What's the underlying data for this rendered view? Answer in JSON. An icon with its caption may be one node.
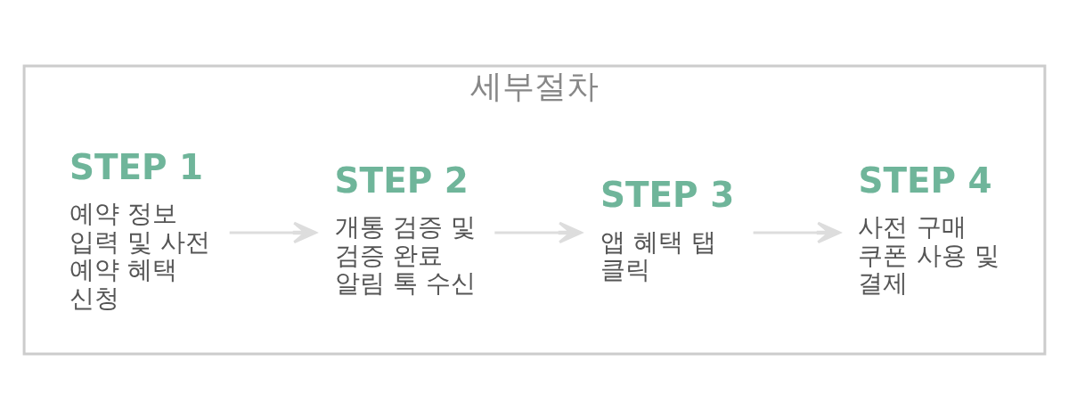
{
  "diagram": {
    "nodes": [
      {
        "text": [
          "세부절차"
        ]
      },
      {
        "text": [
          "STEP 1",
          "예약 정보 입력 및 사전 예약 혜택 신청"
        ],
        "in": 0
      },
      {
        "text": [
          "STEP 2",
          "개통 검증 및 검증 완료 알림 톡 수신"
        ],
        "in": 0
      },
      {
        "text": [
          "STEP 3",
          "앱 혜택 탭 클릭"
        ],
        "in": 0
      },
      {
        "text": [
          "STEP 4",
          "사전 구매 쿠폰 사용 및 결제"
        ],
        "in": 0
      }
    ],
    "edges": [
      {
        "from": 1,
        "to": 2,
        "arrow": "to"
      },
      {
        "from": 2,
        "to": 3,
        "arrow": "to"
      },
      {
        "from": 3,
        "to": 4,
        "arrow": "to"
      }
    ]
  }
}
